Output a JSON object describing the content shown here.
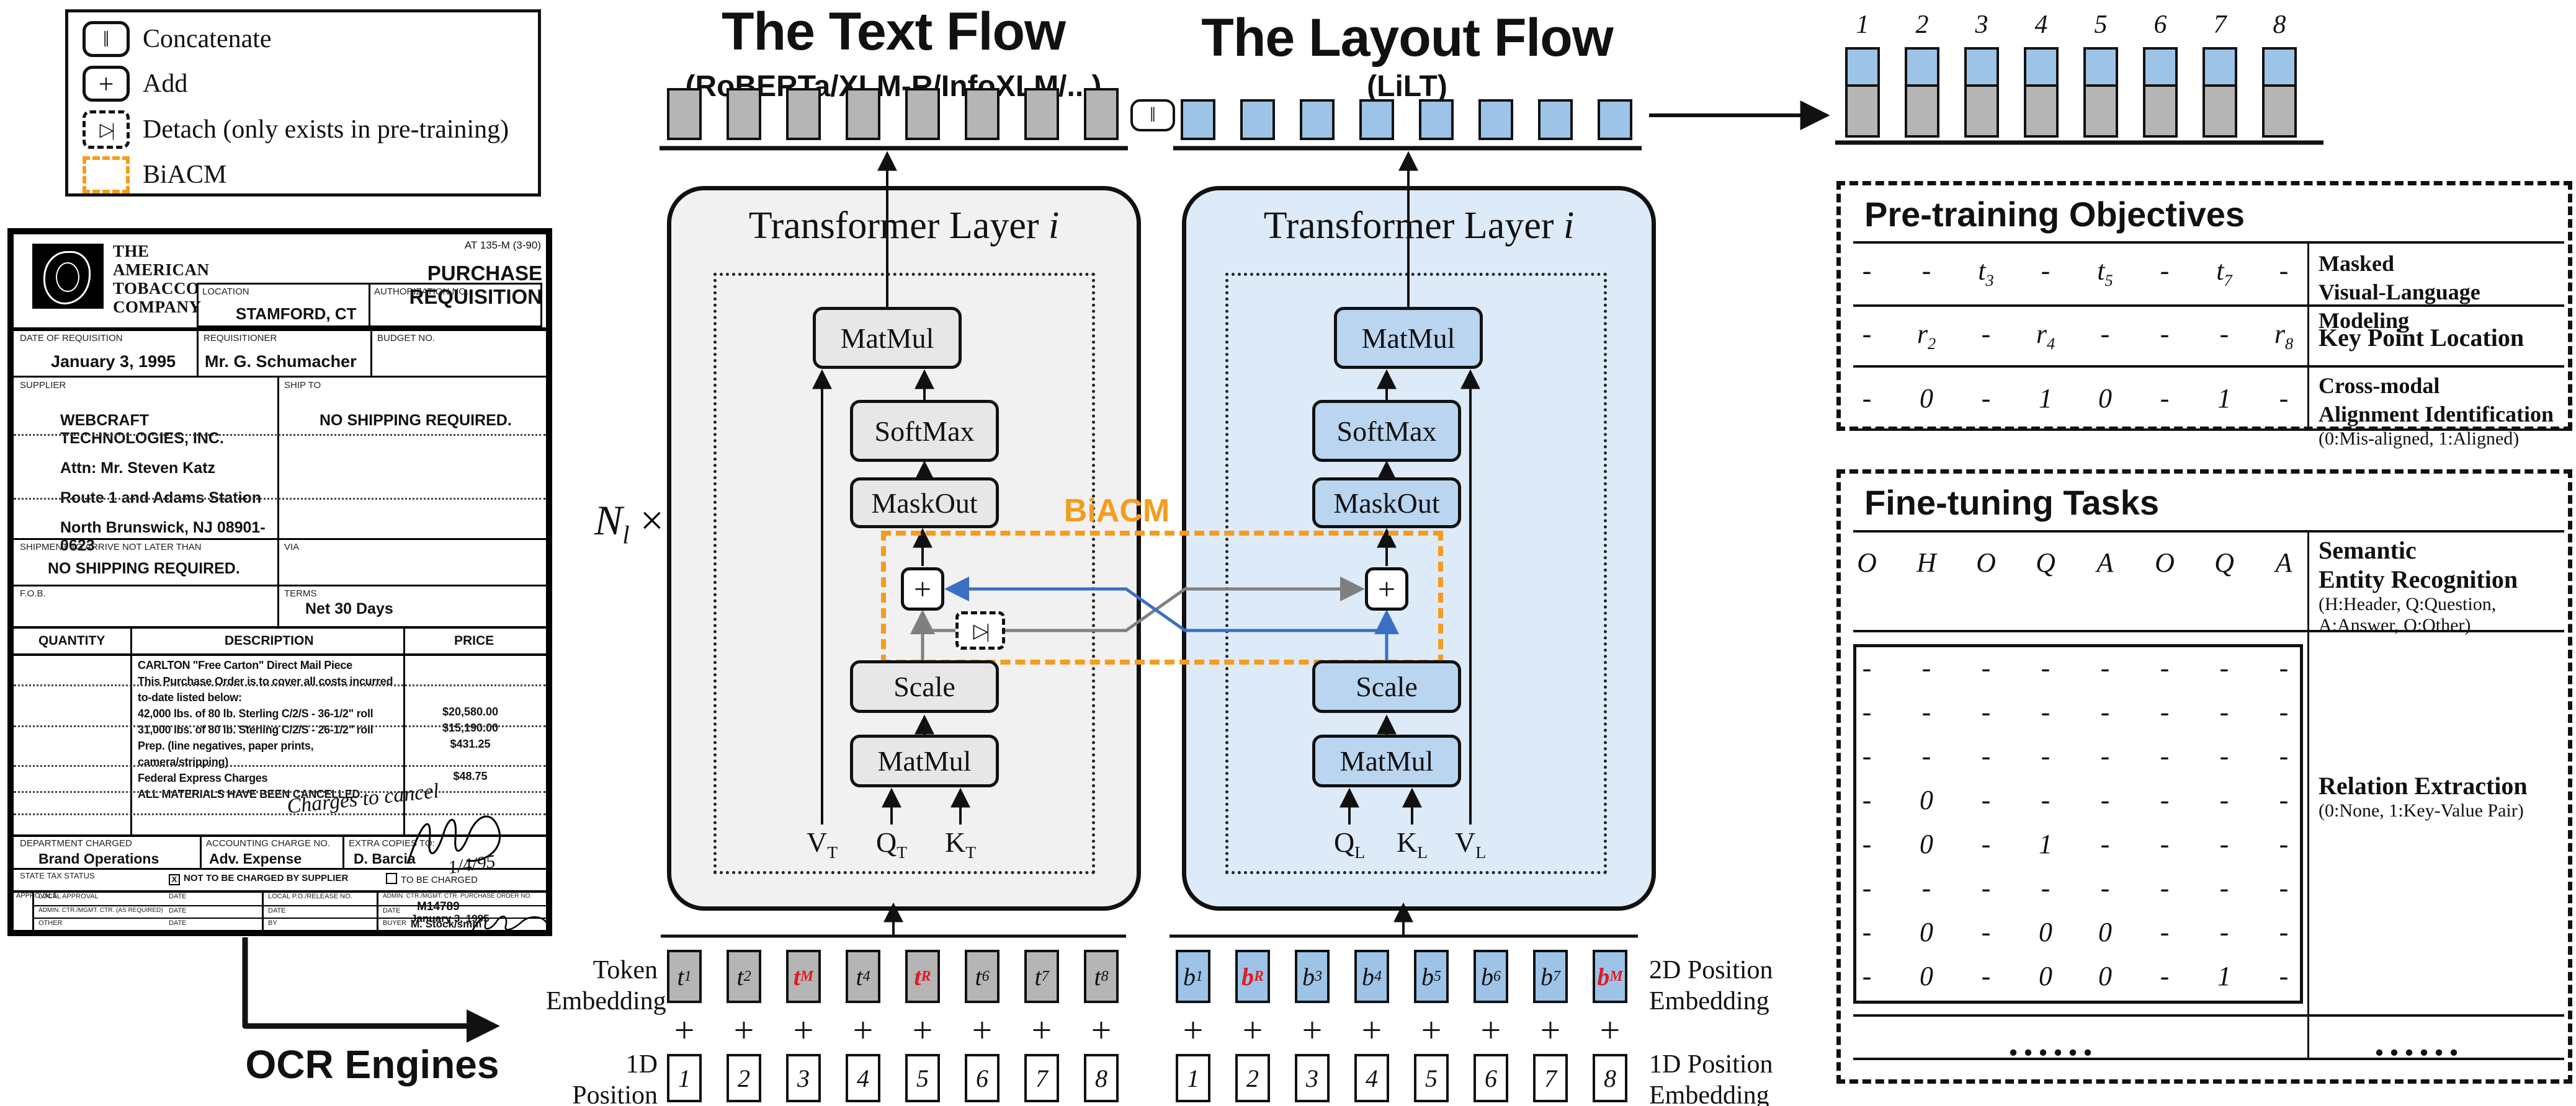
{
  "legend": {
    "items": [
      {
        "icon": "‖",
        "label": "Concatenate"
      },
      {
        "icon": "+",
        "label": "Add"
      },
      {
        "icon": "▷|",
        "label": "Detach (only exists in pre-training)"
      },
      {
        "icon": "",
        "label": "BiACM"
      }
    ]
  },
  "document": {
    "logo_lines": [
      "THE",
      "AMERICAN",
      "TOBACCO",
      "COMPANY"
    ],
    "form_no": "AT 135-M (3-90)",
    "title": "PURCHASE REQUISITION",
    "location_label": "LOCATION",
    "location_value": "STAMFORD, CT",
    "auth_label": "AUTHORIZATION NO.",
    "date_label": "DATE OF REQUISITION",
    "date_value": "January 3, 1995",
    "req_label": "REQUISITIONER",
    "req_value": "Mr. G. Schumacher",
    "budget_label": "BUDGET NO.",
    "supplier_label": "SUPPLIER",
    "supplier_lines": [
      "WEBCRAFT TECHNOLOGIES, INC.",
      "Attn: Mr. Steven Katz",
      "Route 1 and Adams Station",
      "North Brunswick, NJ 08901-0623"
    ],
    "shipto_label": "SHIP TO",
    "shipto_value": "NO SHIPPING REQUIRED.",
    "arrive_label": "SHIPMENT TO ARRIVE NOT LATER THAN",
    "arrive_value": "NO SHIPPING REQUIRED.",
    "via_label": "VIA",
    "fob_label": "F.O.B.",
    "terms_label": "TERMS",
    "terms_value": "Net 30 Days",
    "col_quantity": "QUANTITY",
    "col_description": "DESCRIPTION",
    "col_price": "PRICE",
    "items": [
      {
        "desc": "CARLTON \"Free Carton\" Direct Mail Piece",
        "price": ""
      },
      {
        "desc": "This Purchase Order is to cover all costs incurred to-date listed below:",
        "price": ""
      },
      {
        "desc": "42,000 lbs. of 80 lb. Sterling C/2/S - 36-1/2\" roll",
        "price": "$20,580.00"
      },
      {
        "desc": "31,000 lbs. of 80 lb. Sterling C/2/S - 26-1/2\" roll",
        "price": "$15,190.00"
      },
      {
        "desc": "Prep. (line negatives, paper prints, camera/stripping)",
        "price": "$431.25"
      },
      {
        "desc": "Federal Express Charges",
        "price": "$48.75"
      },
      {
        "desc": "ALL MATERIALS HAVE BEEN CANCELLED.",
        "price": ""
      }
    ],
    "handwritten": "Charges to cancel",
    "handwritten_date": "1/4/95",
    "dept_label": "DEPARTMENT CHARGED",
    "dept_value": "Brand Operations",
    "acct_label": "ACCOUNTING CHARGE NO.",
    "acct_value": "Adv. Expense",
    "copies_label": "EXTRA COPIES TO:",
    "copies_value": "D. Barcia",
    "tax_label": "STATE TAX STATUS",
    "tax_mark": "X",
    "tax_opt1": "NOT TO BE CHARGED BY SUPPLIER",
    "tax_opt2": "TO BE CHARGED",
    "approvals_letters": "APPROVALS",
    "local_label": "LOCAL APPROVAL",
    "date_col": "DATE",
    "po_label": "LOCAL P.O./RELEASE NO.",
    "admin_po_label": "ADMIN. CTR./MGMT. CTR. PURCHASE ORDER NO.",
    "po_value": "M14789",
    "admin_label": "ADMIN. CTR./MGMT. CTR. (AS REQUIRED)",
    "po_date_value": "January 3, 1995",
    "other_label": "OTHER",
    "by_label": "BY",
    "buyer_label": "BUYER",
    "buyer_value": "M. Stock/smm"
  },
  "ocr": {
    "label": "OCR Engines"
  },
  "text_flow": {
    "title": "The Text Flow",
    "subtitle": "(RoBERTa/XLM-R/InfoXLM/...)"
  },
  "layout_flow": {
    "title": "The Layout Flow",
    "subtitle": "(LiLT)"
  },
  "concat_icon": "‖",
  "n_layers": {
    "base": "N",
    "sub": "l"
  },
  "times": "×",
  "biacm_label": "BiACM",
  "towers": {
    "text": {
      "title": "Transformer Layer ",
      "var": "i",
      "matmul": "MatMul",
      "softmax": "SoftMax",
      "maskout": "MaskOut",
      "plus": "+",
      "detach": "▷|",
      "scale": "Scale",
      "matmul2": "MatMul",
      "inputs": [
        {
          "base": "V",
          "sub": "T"
        },
        {
          "base": "Q",
          "sub": "T"
        },
        {
          "base": "K",
          "sub": "T"
        }
      ]
    },
    "layout": {
      "title": "Transformer Layer ",
      "var": "i",
      "matmul": "MatMul",
      "softmax": "SoftMax",
      "maskout": "MaskOut",
      "plus": "+",
      "scale": "Scale",
      "matmul2": "MatMul",
      "inputs": [
        {
          "base": "Q",
          "sub": "L"
        },
        {
          "base": "K",
          "sub": "L"
        },
        {
          "base": "V",
          "sub": "L"
        }
      ]
    }
  },
  "embeddings": {
    "token_label": [
      "Token",
      "Embedding"
    ],
    "pos1d_label": [
      "1D Position",
      "Embedding"
    ],
    "pos2d_label": [
      "2D Position",
      "Embedding"
    ],
    "plus": "+",
    "text_tokens": [
      {
        "base": "t",
        "sub": "1"
      },
      {
        "base": "t",
        "sub": "2"
      },
      {
        "base": "t",
        "sub": "M",
        "red": true
      },
      {
        "base": "t",
        "sub": "4"
      },
      {
        "base": "t",
        "sub": "R",
        "red": true
      },
      {
        "base": "t",
        "sub": "6"
      },
      {
        "base": "t",
        "sub": "7"
      },
      {
        "base": "t",
        "sub": "8"
      }
    ],
    "layout_tokens": [
      {
        "base": "b",
        "sub": "1"
      },
      {
        "base": "b",
        "sub": "R",
        "red": true
      },
      {
        "base": "b",
        "sub": "3"
      },
      {
        "base": "b",
        "sub": "4"
      },
      {
        "base": "b",
        "sub": "5"
      },
      {
        "base": "b",
        "sub": "6"
      },
      {
        "base": "b",
        "sub": "7"
      },
      {
        "base": "b",
        "sub": "M",
        "red": true
      }
    ],
    "positions": [
      "1",
      "2",
      "3",
      "4",
      "5",
      "6",
      "7",
      "8"
    ]
  },
  "output": {
    "indices": [
      "1",
      "2",
      "3",
      "4",
      "5",
      "6",
      "7",
      "8"
    ]
  },
  "pretraining": {
    "title": "Pre-training Objectives",
    "rows": [
      {
        "cells": [
          "-",
          "-",
          {
            "base": "t",
            "sub": "3"
          },
          "-",
          {
            "base": "t",
            "sub": "5"
          },
          "-",
          {
            "base": "t",
            "sub": "7"
          },
          "-"
        ],
        "label": [
          "Masked",
          "Visual-Language Modeling"
        ],
        "note": ""
      },
      {
        "cells": [
          "-",
          {
            "base": "r",
            "sub": "2"
          },
          "-",
          {
            "base": "r",
            "sub": "4"
          },
          "-",
          "-",
          "-",
          {
            "base": "r",
            "sub": "8"
          }
        ],
        "label": [
          "Key Point Location",
          ""
        ],
        "note": ""
      },
      {
        "cells": [
          "-",
          "0",
          "-",
          "1",
          "0",
          "-",
          "1",
          "-"
        ],
        "label": [
          "Cross-modal",
          "Alignment Identification"
        ],
        "note": "(0:Mis-aligned, 1:Aligned)"
      }
    ]
  },
  "finetuning": {
    "title": "Fine-tuning Tasks",
    "ser_cells": [
      "O",
      "H",
      "O",
      "Q",
      "A",
      "O",
      "Q",
      "A"
    ],
    "ser_label": [
      "Semantic",
      "Entity Recognition"
    ],
    "ser_note": [
      "(H:Header, Q:Question,",
      " A:Answer, O:Other)"
    ],
    "re_matrix": [
      [
        "-",
        "-",
        "-",
        "-",
        "-",
        "-",
        "-",
        "-"
      ],
      [
        "-",
        "-",
        "-",
        "-",
        "-",
        "-",
        "-",
        "-"
      ],
      [
        "-",
        "-",
        "-",
        "-",
        "-",
        "-",
        "-",
        "-"
      ],
      [
        "-",
        "0",
        "-",
        "-",
        "-",
        "-",
        "-",
        "-"
      ],
      [
        "-",
        "0",
        "-",
        "1",
        "-",
        "-",
        "-",
        "-"
      ],
      [
        "-",
        "-",
        "-",
        "-",
        "-",
        "-",
        "-",
        "-"
      ],
      [
        "-",
        "0",
        "-",
        "0",
        "0",
        "-",
        "-",
        "-"
      ],
      [
        "-",
        "0",
        "-",
        "0",
        "0",
        "-",
        "1",
        "-"
      ]
    ],
    "re_label": "Relation Extraction",
    "re_note": "(0:None, 1:Key-Value Pair)",
    "dots_left": "......",
    "dots_right": "......"
  }
}
